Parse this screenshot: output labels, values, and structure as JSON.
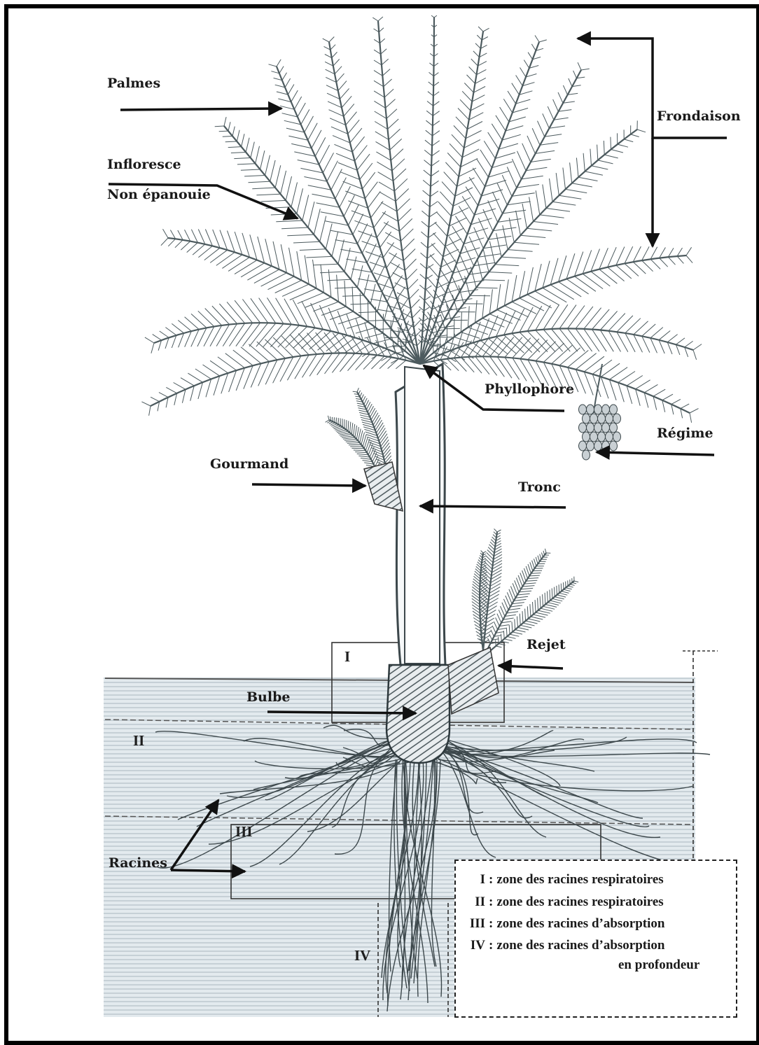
{
  "labels": {
    "palmes": "Palmes",
    "inflorescence_line1": "Infloresce",
    "inflorescence_line2": "Non épanouie",
    "frondaison": "Frondaison",
    "phyllophore": "Phyllophore",
    "regime": "Régime",
    "gourmand": "Gourmand",
    "tronc": "Tronc",
    "rejet": "Rejet",
    "bulbe": "Bulbe",
    "racines": "Racines"
  },
  "zones": [
    "I",
    "II",
    "III",
    "IV"
  ],
  "legend": [
    {
      "num": "I",
      "text": "zone des racines respiratoires"
    },
    {
      "num": "II",
      "text": "zone des racines respiratoires"
    },
    {
      "num": "III",
      "text": "zone des racines d’absorption"
    },
    {
      "num": "IV",
      "text": "zone des racines d’absorption"
    },
    {
      "num": "",
      "text": "en profondeur"
    }
  ],
  "colors": {
    "ink": "#1a1a1a",
    "foliage": "#4c5a5e",
    "soil": "#dde6ea",
    "soil_line": "#8f9ea6",
    "roots": "#3c474b"
  }
}
